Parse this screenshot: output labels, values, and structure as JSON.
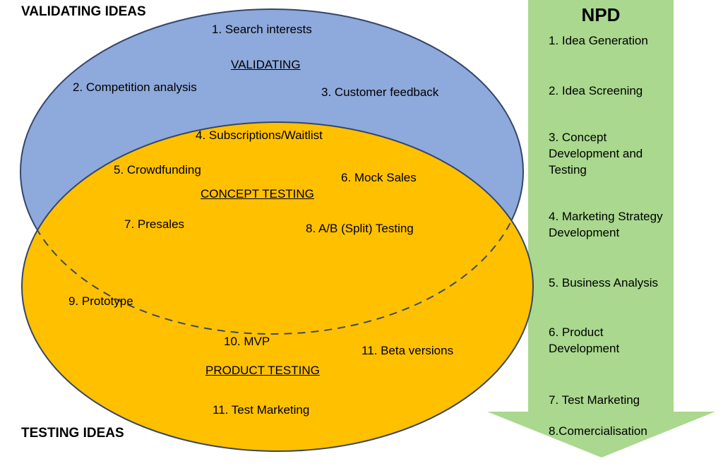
{
  "colors": {
    "validating_fill": "#8EA9DB",
    "testing_fill": "#FFC000",
    "outline": "#35466B",
    "dashed_line": "#3B4A63",
    "npd_arrow_fill": "#A9D88E",
    "text": "#000000"
  },
  "corner_labels": {
    "top_left": "VALIDATING IDEAS",
    "bottom_left": "TESTING IDEAS"
  },
  "validating_zone": {
    "heading": "VALIDATING",
    "items": [
      "1. Search interests",
      "2. Competition analysis",
      "3. Customer feedback"
    ]
  },
  "concept_testing_zone": {
    "heading": "CONCEPT TESTING",
    "items": [
      "4. Subscriptions/Waitlist",
      "5. Crowdfunding",
      "6. Mock Sales",
      "7. Presales",
      "8. A/B (Split) Testing"
    ]
  },
  "product_testing_zone": {
    "heading": "PRODUCT TESTING",
    "items": [
      "9. Prototype",
      "10. MVP",
      "11. Beta versions",
      "11. Test Marketing"
    ]
  },
  "npd_panel": {
    "title": "NPD",
    "steps": [
      "1. Idea Generation",
      "2. Idea Screening",
      "3. Concept\nDevelopment and\nTesting",
      "4. Marketing Strategy\nDevelopment",
      "5. Business Analysis",
      "6. Product\nDevelopment",
      "7. Test Marketing",
      "8.Comercialisation"
    ]
  }
}
